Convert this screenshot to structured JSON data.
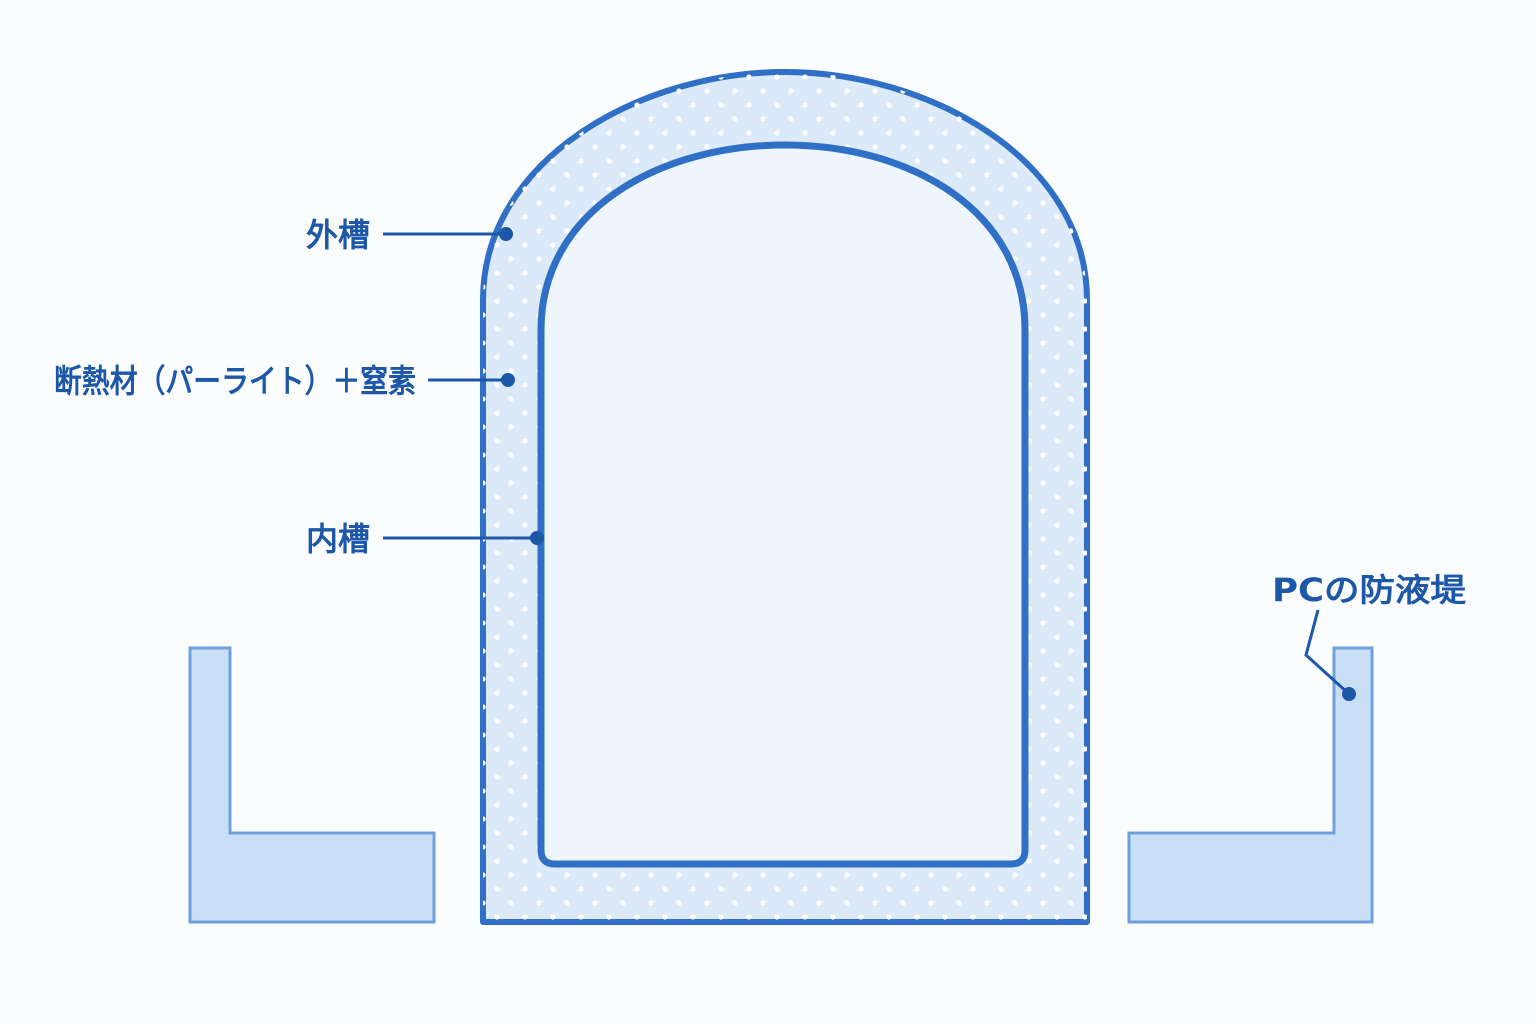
{
  "colors": {
    "background": "#fbfcfe",
    "outer_wall": "#2f6fc6",
    "inner_wall": "#2f6fc6",
    "insulation_fill": "#dbe9f8",
    "insulation_dots": "#ffffff",
    "inner_fill": "#eef5fd",
    "dike_fill": "#c9dff5",
    "dike_stroke": "#6fa0dc",
    "label_text": "#1d57a8",
    "leader_line": "#1d57a8"
  },
  "labels": {
    "outer_tank": "外槽",
    "insulation": "断熱材（パーライト）＋窒素",
    "inner_tank": "内槽",
    "dike": "PCの防液堤"
  }
}
